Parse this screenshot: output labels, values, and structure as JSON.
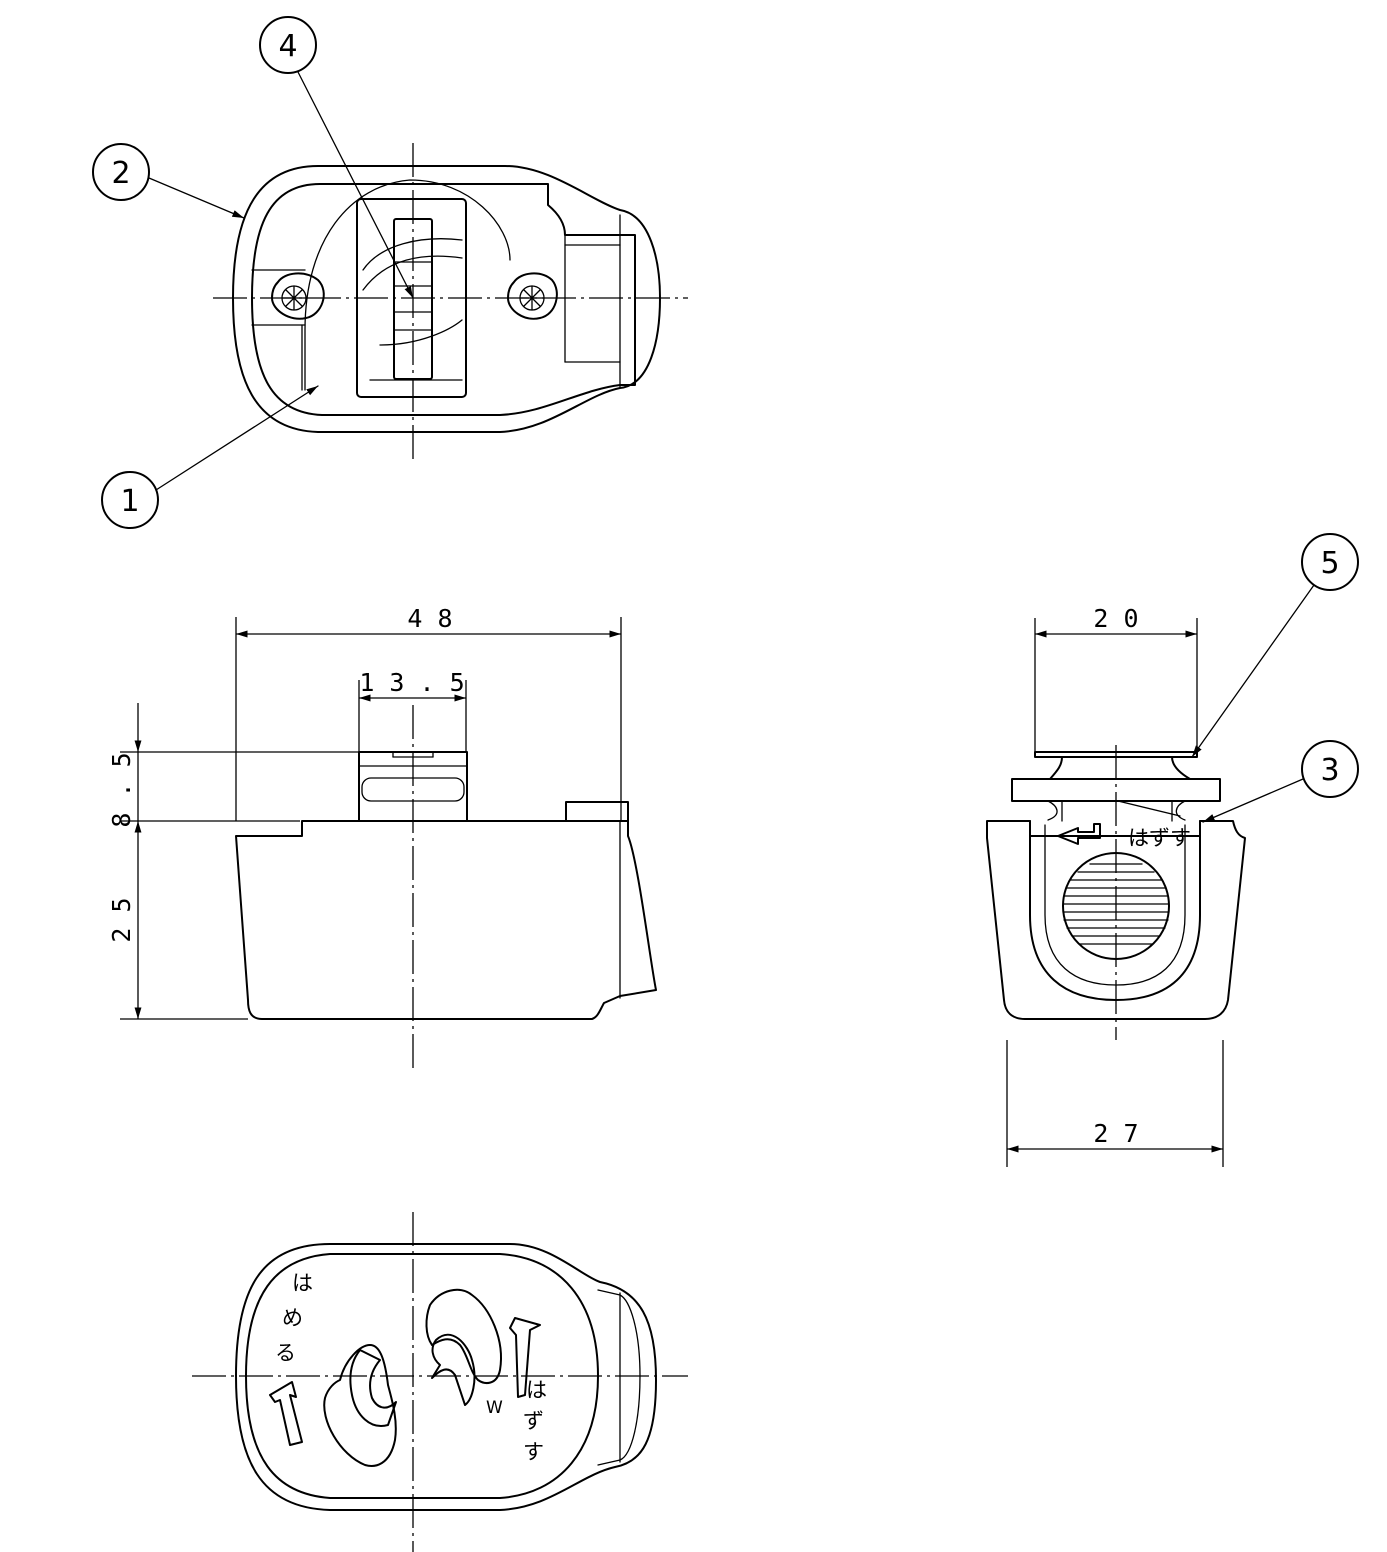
{
  "balloons": {
    "b1": "1",
    "b2": "2",
    "b3": "3",
    "b4": "4",
    "b5": "5"
  },
  "dimensions": {
    "overall_length": "4 8",
    "slot_width": "1 3 . 5",
    "slot_height": "8 . 5",
    "body_height": "2 5",
    "top_width": "2 0",
    "bottom_width": "2 7"
  },
  "markings": {
    "side_release": "はずす",
    "bottom_fit": [
      "は",
      "め",
      "る"
    ],
    "bottom_release": [
      "は",
      "ず",
      "す"
    ],
    "bottom_letter": "W"
  }
}
